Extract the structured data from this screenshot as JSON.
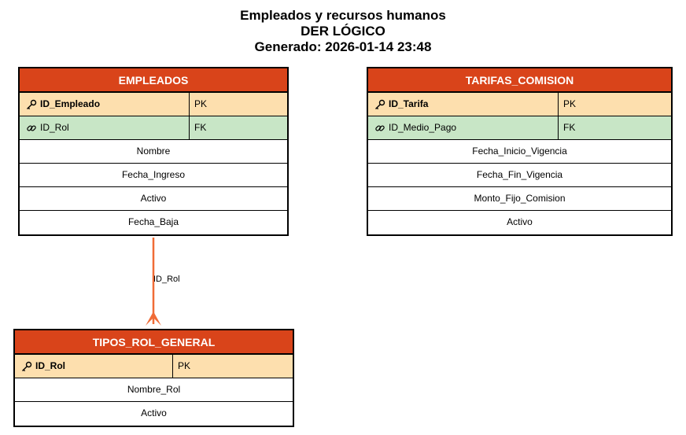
{
  "diagram": {
    "title_line1": "Empleados y recursos humanos",
    "title_line2": "DER LÓGICO",
    "title_line3": "Generado: 2026-01-14 23:48"
  },
  "entities": {
    "empleados": {
      "name": "EMPLEADOS",
      "pk": {
        "name": "ID_Empleado",
        "type": "PK"
      },
      "fk": {
        "name": "ID_Rol",
        "type": "FK"
      },
      "attributes": [
        "Nombre",
        "Fecha_Ingreso",
        "Activo",
        "Fecha_Baja"
      ]
    },
    "tarifas_comision": {
      "name": "TARIFAS_COMISION",
      "pk": {
        "name": "ID_Tarifa",
        "type": "PK"
      },
      "fk": {
        "name": "ID_Medio_Pago",
        "type": "FK"
      },
      "attributes": [
        "Fecha_Inicio_Vigencia",
        "Fecha_Fin_Vigencia",
        "Monto_Fijo_Comision",
        "Activo"
      ]
    },
    "tipos_rol_general": {
      "name": "TIPOS_ROL_GENERAL",
      "pk": {
        "name": "ID_Rol",
        "type": "PK"
      },
      "attributes": [
        "Nombre_Rol",
        "Activo"
      ]
    }
  },
  "relationship": {
    "label": "ID_Rol",
    "color": "#f06c37"
  },
  "colors": {
    "header": "#d9441a",
    "pk_row": "#fddfae",
    "fk_row": "#c8e6c6"
  },
  "icons": {
    "pk": "key-icon",
    "fk": "link-icon"
  }
}
